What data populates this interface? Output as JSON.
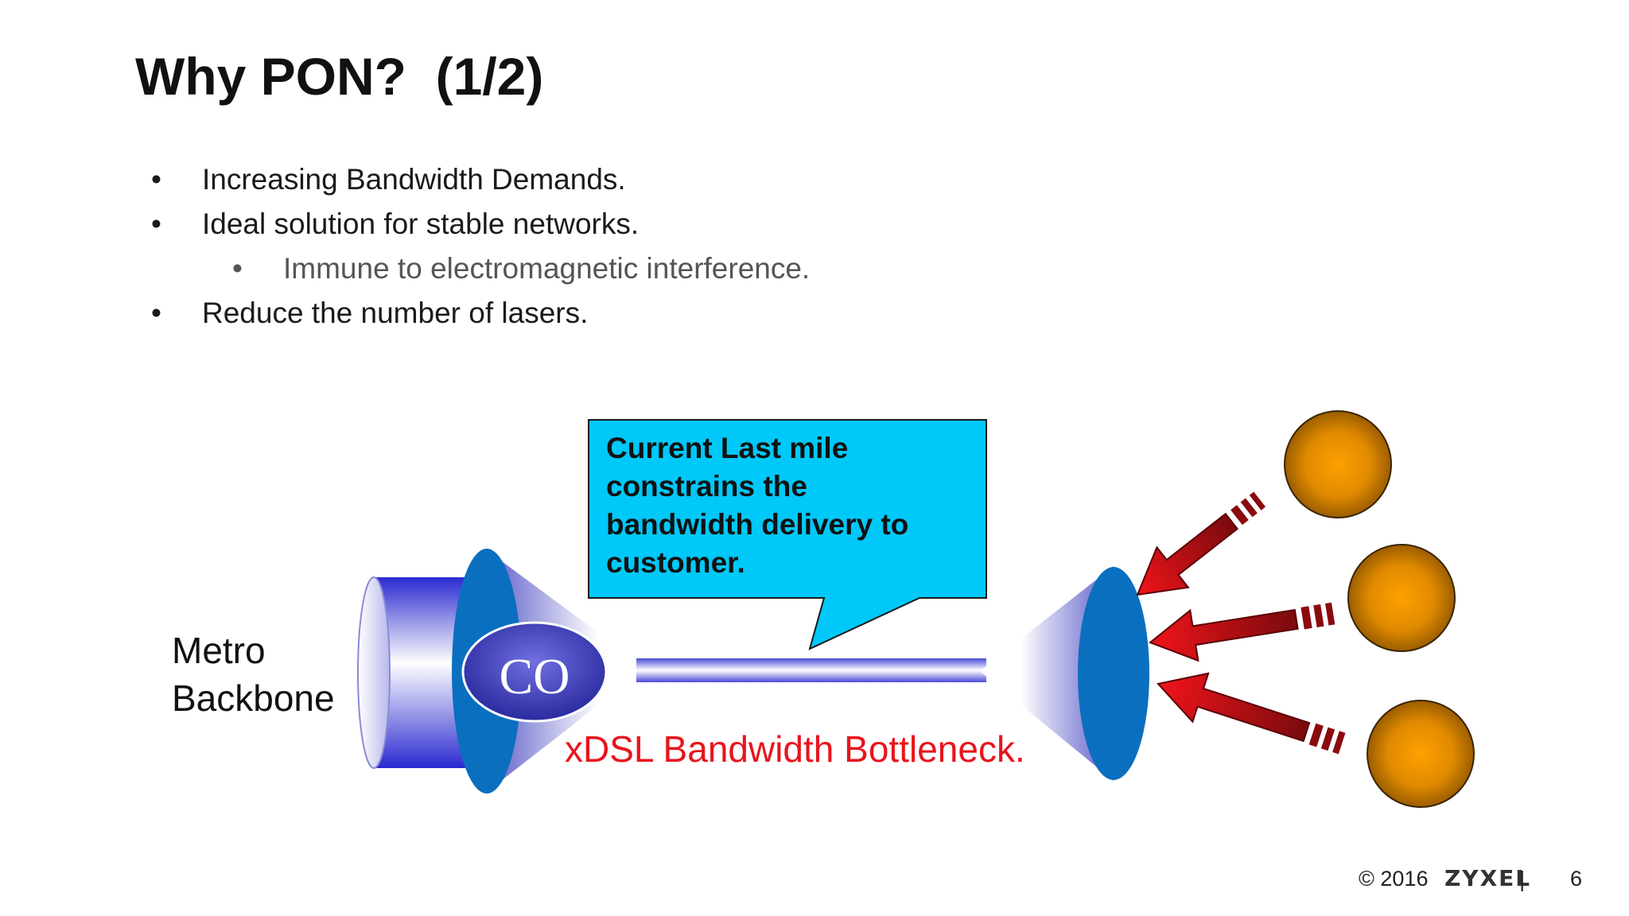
{
  "slide": {
    "title": "Why PON?  (1/2)",
    "bullets": [
      {
        "text": "Increasing Bandwidth Demands.",
        "level": 1
      },
      {
        "text": "Ideal solution for stable networks.",
        "level": 1
      },
      {
        "text": "Immune to electromagnetic interference.",
        "level": 2
      },
      {
        "text": "Reduce the number of lasers.",
        "level": 1
      }
    ],
    "bullet_symbol": "•"
  },
  "diagram": {
    "left_label_line1": "Metro",
    "left_label_line2": "Backbone",
    "co_label": "CO",
    "callout_line1": "Current Last mile",
    "callout_line2": "constrains the",
    "callout_line3": "bandwidth delivery to",
    "callout_line4": "customer.",
    "bottleneck_label": "xDSL Bandwidth Bottleneck.",
    "colors": {
      "callout_fill": "#00c8f8",
      "bottleneck_text": "#e8141c",
      "cone_blue": "#0b6fbf",
      "cylinder_blue": "#2b2bd0",
      "co_ellipse": "#3a3ab8",
      "arrow_red": "#d8141a",
      "customer_orange": "#ff9a00"
    },
    "icons": [
      "metro-backbone-cylinder",
      "co-cone",
      "customer-cone",
      "customer-node",
      "demand-arrow"
    ]
  },
  "footer": {
    "copyright": "© 2016",
    "brand": "ZYXEL",
    "separator": "|",
    "page_number": "6"
  }
}
